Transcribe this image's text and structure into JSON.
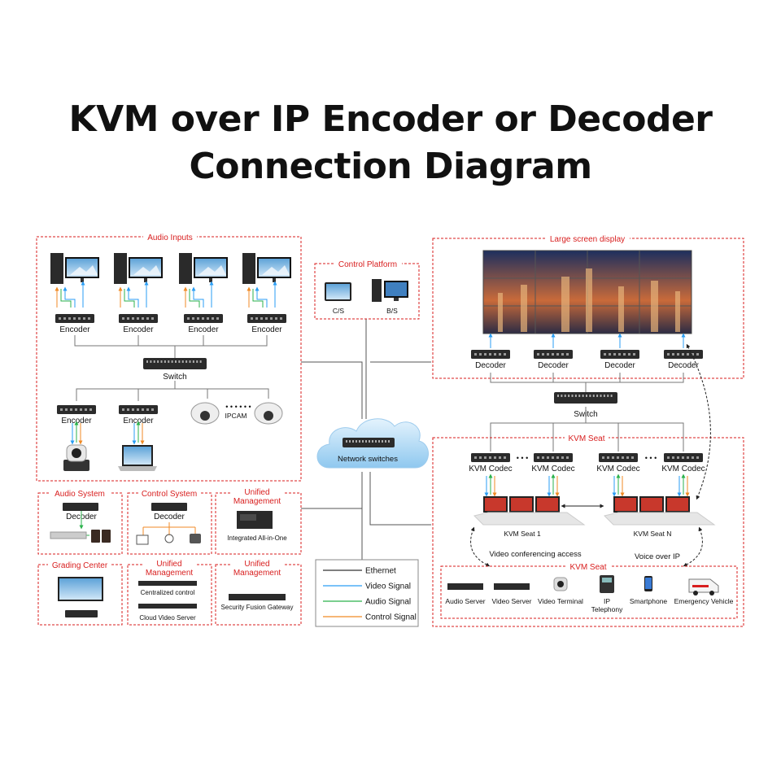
{
  "title": {
    "line1": "KVM over IP Encoder or Decoder",
    "line2": "Connection Diagram"
  },
  "sections": {
    "audio_inputs": "Audio Inputs",
    "control_platform": "Control Platform",
    "large_screen": "Large screen display",
    "kvm_seat": "KVM Seat",
    "kvm_seat_bottom": "KVM Seat",
    "audio_system": "Audio System",
    "control_system": "Control System",
    "unified_mgmt_top": [
      "Unified",
      "Management"
    ],
    "grading_center": "Grading Center",
    "unified_mgmt_mid": [
      "Unified",
      "Management"
    ],
    "unified_mgmt_right": [
      "Unified",
      "Management"
    ]
  },
  "labels": {
    "encoder": "Encoder",
    "decoder": "Decoder",
    "switch": "Switch",
    "ipcam": "IPCAM",
    "cs": "C/S",
    "bs": "B/S",
    "network_switches": "Network switches",
    "kvm_codec": "KVM Codec",
    "kvm_seat_1": "KVM Seat  1",
    "kvm_seat_n": "KVM Seat  N",
    "video_conf": "Video conferencing access",
    "voice_ip": "Voice over IP",
    "integrated": "Integrated All-in-One",
    "centralized": "Centralized control",
    "cloud_video": "Cloud Video Server",
    "security_gateway": "Security Fusion Gateway",
    "dots": "• • • • • •",
    "dots3": "• • •"
  },
  "devices_bottom": [
    "Audio Server",
    "Video Server",
    "Video Terminal",
    [
      "IP",
      "Telephony"
    ],
    "Smartphone",
    "Emergency Vehicle"
  ],
  "legend": [
    {
      "label": "Ethernet",
      "color": "#333333"
    },
    {
      "label": "Video Signal",
      "color": "#2a9df4"
    },
    {
      "label": "Audio Signal",
      "color": "#2bb24c"
    },
    {
      "label": "Control Signal",
      "color": "#f08a24"
    }
  ],
  "colors": {
    "dashed_border": "#d81e1e",
    "ethernet": "#555555",
    "video": "#2a9df4",
    "audio": "#2bb24c",
    "control": "#f08a24"
  }
}
